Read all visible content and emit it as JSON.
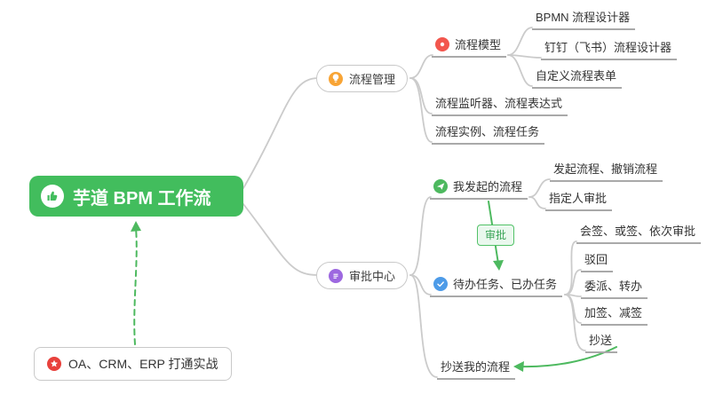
{
  "colors": {
    "root_bg": "#42BD5D",
    "line": "#CBCBCB",
    "underline": "#A9A9A9",
    "green": "#4DB95F",
    "orange": "#F8A435",
    "red": "#F2564D",
    "blue": "#4D9BE8",
    "purple": "#9D68E0",
    "star_red": "#E8413C",
    "badge_bg": "#EAF8EE",
    "badge_border": "#52C268",
    "badge_text": "#3BA457"
  },
  "root": {
    "label": "芋道 BPM 工作流"
  },
  "process": {
    "label": "流程管理",
    "model": {
      "label": "流程模型"
    },
    "model_children": [
      "BPMN 流程设计器",
      "钉钉（飞书）流程设计器",
      "自定义流程表单"
    ],
    "listener": "流程监听器、流程表达式",
    "instance": "流程实例、流程任务"
  },
  "approval": {
    "label": "审批中心",
    "my": {
      "label": "我发起的流程"
    },
    "my_children": [
      "发起流程、撤销流程",
      "指定人审批"
    ],
    "badge": "审批",
    "todo": {
      "label": "待办任务、已办任务"
    },
    "todo_children": [
      "会签、或签、依次审批",
      "驳回",
      "委派、转办",
      "加签、减签",
      "抄送"
    ],
    "cc": "抄送我的流程"
  },
  "floating": {
    "label": "OA、CRM、ERP 打通实战"
  }
}
